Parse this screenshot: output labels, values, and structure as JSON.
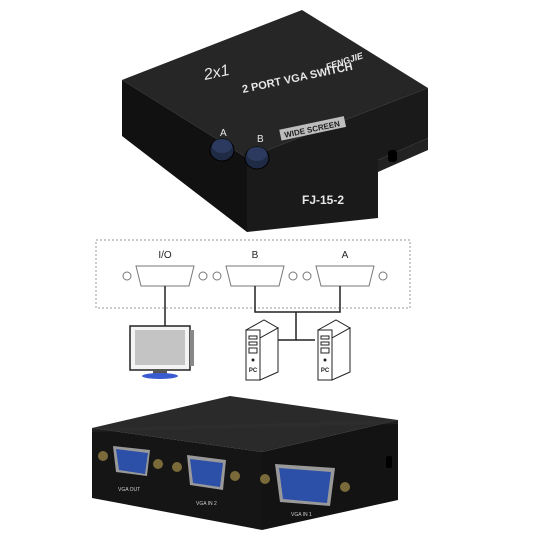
{
  "top_switch": {
    "ratio_label": "2x1",
    "title_label": "2 PORT VGA SWITCH",
    "brand_label": "FENGJIE",
    "wide_label": "WIDE SCREEN",
    "button_a_label": "A",
    "button_b_label": "B",
    "model_label": "FJ-15-2",
    "colors": {
      "body": "#1b1b1b",
      "top": "#232323",
      "text": "#e8e8e8",
      "button": "#1f2a44"
    }
  },
  "diagram": {
    "port_labels": [
      "I/O",
      "B",
      "A"
    ],
    "pc_label": "PC",
    "colors": {
      "line": "#222222",
      "box": "#888888",
      "screen": "#c4c4c4",
      "stand": "#3a5bd0"
    }
  },
  "bottom_switch": {
    "port_labels": [
      "VGA OUT",
      "VGA IN 2",
      "VGA IN 1"
    ],
    "colors": {
      "body": "#151515",
      "port": "#2c4fa8"
    }
  }
}
